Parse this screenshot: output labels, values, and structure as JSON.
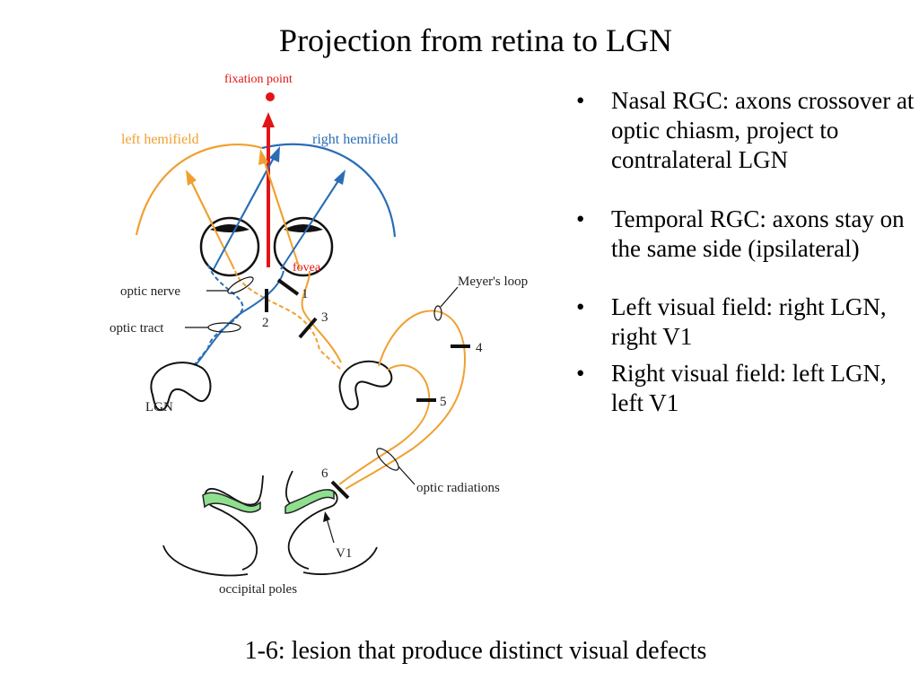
{
  "title": "Projection from retina to LGN",
  "diagram": {
    "fixation_point": "fixation point",
    "left_hemifield": "left hemifield",
    "right_hemifield": "right hemifield",
    "fovea": "fovea",
    "optic_nerve": "optic nerve",
    "optic_tract": "optic tract",
    "lgn": "LGN",
    "meyers_loop": "Meyer's loop",
    "optic_radiations": "optic radiations",
    "v1": "V1",
    "occipital_poles": "occipital poles",
    "lesions": [
      "1",
      "2",
      "3",
      "4",
      "5",
      "6"
    ],
    "colors": {
      "left": "#f0a030",
      "right": "#2a6db5",
      "fixation": "#e31414",
      "v1": "#8ee08e"
    }
  },
  "bullets": [
    "Nasal RGC: axons crossover at optic chiasm, project to contralateral LGN",
    "Temporal RGC: axons stay on the same side (ipsilateral)",
    "Left visual field: right LGN, right V1",
    "Right visual field: left LGN, left V1"
  ],
  "caption": "1-6: lesion that produce distinct visual defects"
}
